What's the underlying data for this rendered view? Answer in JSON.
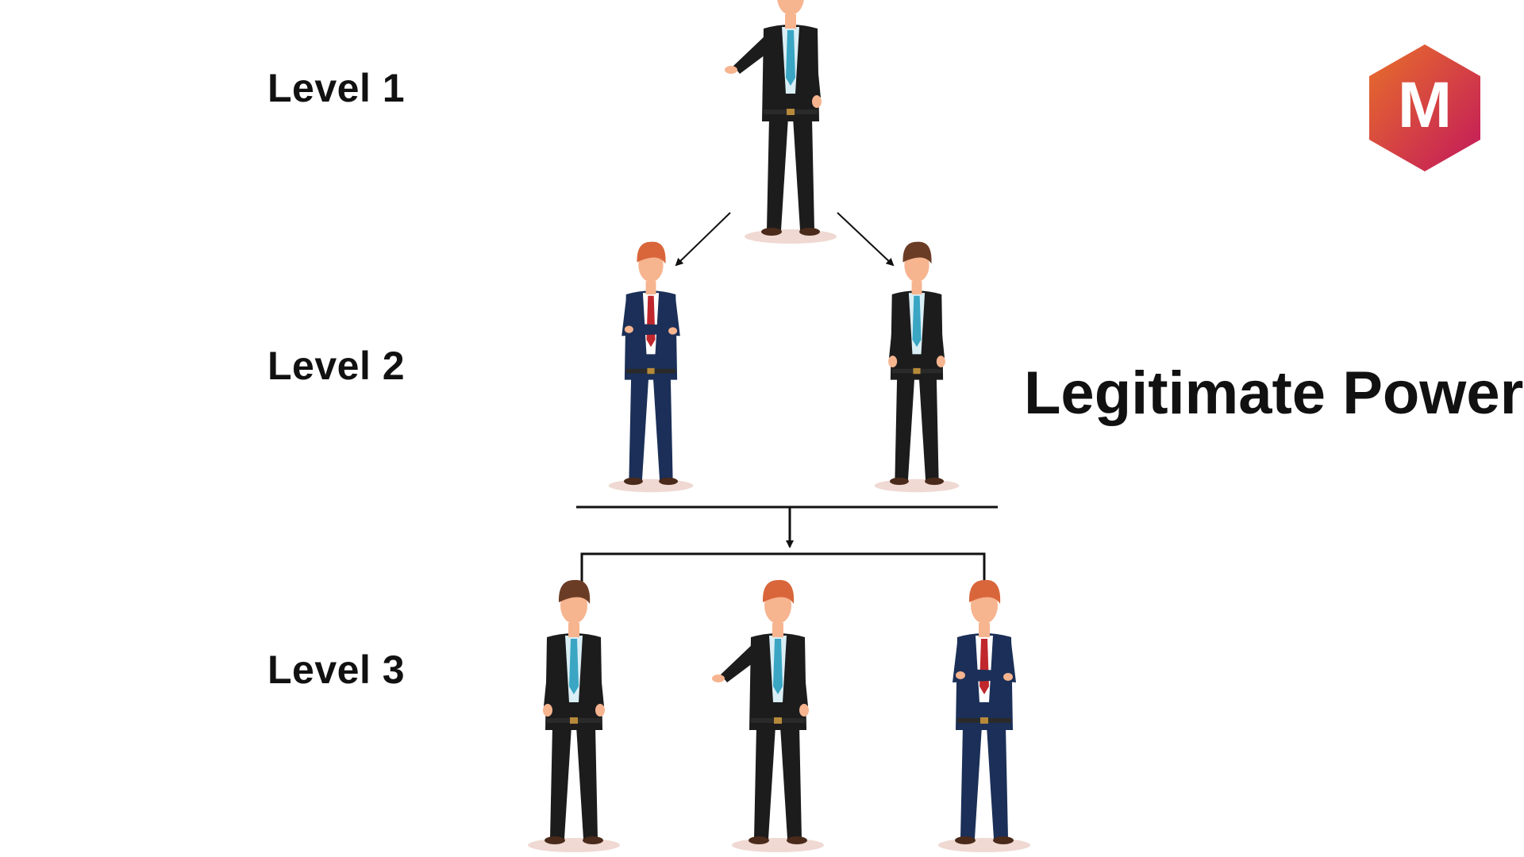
{
  "diagram": {
    "title": "Legitimate Power",
    "levels": [
      {
        "label": "Level 1",
        "people": [
          {
            "hair": "ginger",
            "suit": "black",
            "pose": "pointing"
          }
        ]
      },
      {
        "label": "Level 2",
        "people": [
          {
            "hair": "ginger",
            "suit": "navy",
            "pose": "arms-crossed"
          },
          {
            "hair": "brown",
            "suit": "black",
            "pose": "standing"
          }
        ]
      },
      {
        "label": "Level 3",
        "people": [
          {
            "hair": "brown",
            "suit": "black",
            "pose": "standing"
          },
          {
            "hair": "ginger",
            "suit": "black",
            "pose": "pointing"
          },
          {
            "hair": "ginger",
            "suit": "navy",
            "pose": "arms-crossed"
          }
        ]
      }
    ]
  },
  "logo": {
    "letter": "M"
  },
  "colors": {
    "skin": "#f6b48f",
    "hair_ginger": "#d9663b",
    "hair_brown": "#6b3c25",
    "suit_black": "#1c1c1c",
    "suit_navy": "#1b2f58",
    "tie_blue": "#3aa6c4",
    "tie_red": "#c0272d",
    "shirt_light": "#d9eef5",
    "shirt_white": "#ffffff",
    "shadow": "#efd9d2",
    "logo_start": "#e8702a",
    "logo_end": "#c2185b"
  }
}
